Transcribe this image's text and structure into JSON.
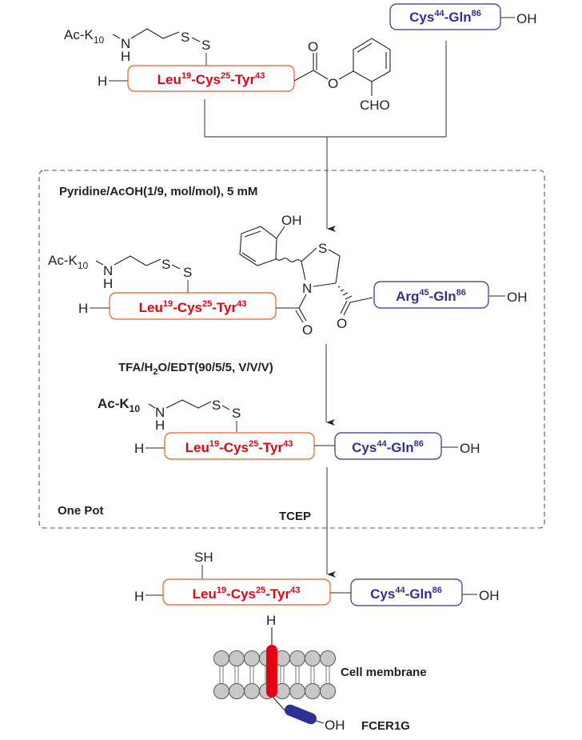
{
  "diagram": {
    "peptides": {
      "red_segment": {
        "a": "Leu",
        "a_pos": "19",
        "b": "-Cys",
        "b_pos": "25",
        "c": "-Tyr",
        "c_pos": "43"
      },
      "blue_segment": {
        "a": "Cys",
        "a_pos": "44",
        "b": "-Gln",
        "b_pos": "86"
      },
      "blue_segment_arg": {
        "a": "Arg",
        "a_pos": "45",
        "b": "-Gln",
        "b_pos": "86"
      }
    },
    "atoms": {
      "ac_k": "Ac-K",
      "ac_k_sub": "10",
      "n": "N",
      "h": "H",
      "s": "S",
      "o": "O",
      "oh": "OH",
      "cho": "CHO",
      "sh": "SH",
      "h_term": "H",
      "oh_term": "OH"
    },
    "conditions": {
      "step1": "Pyridine/AcOH(1/9, mol/mol), 5 mM",
      "step2_prefix": "TFA/H",
      "step2_sub": "2",
      "step2_suffix": "O/EDT(90/5/5, V/V/V)",
      "step3": "TCEP",
      "box_label": "One Pot"
    },
    "labels": {
      "membrane": "Cell membrane",
      "protein": "FCER1G"
    },
    "colors": {
      "red_peptide": "#e50012",
      "red_box": "#f15a24",
      "blue_peptide": "#2e3192",
      "membrane_head": "#c8c8c8",
      "tm_helix": "#e50012",
      "cyto_domain": "#2e3192"
    }
  }
}
